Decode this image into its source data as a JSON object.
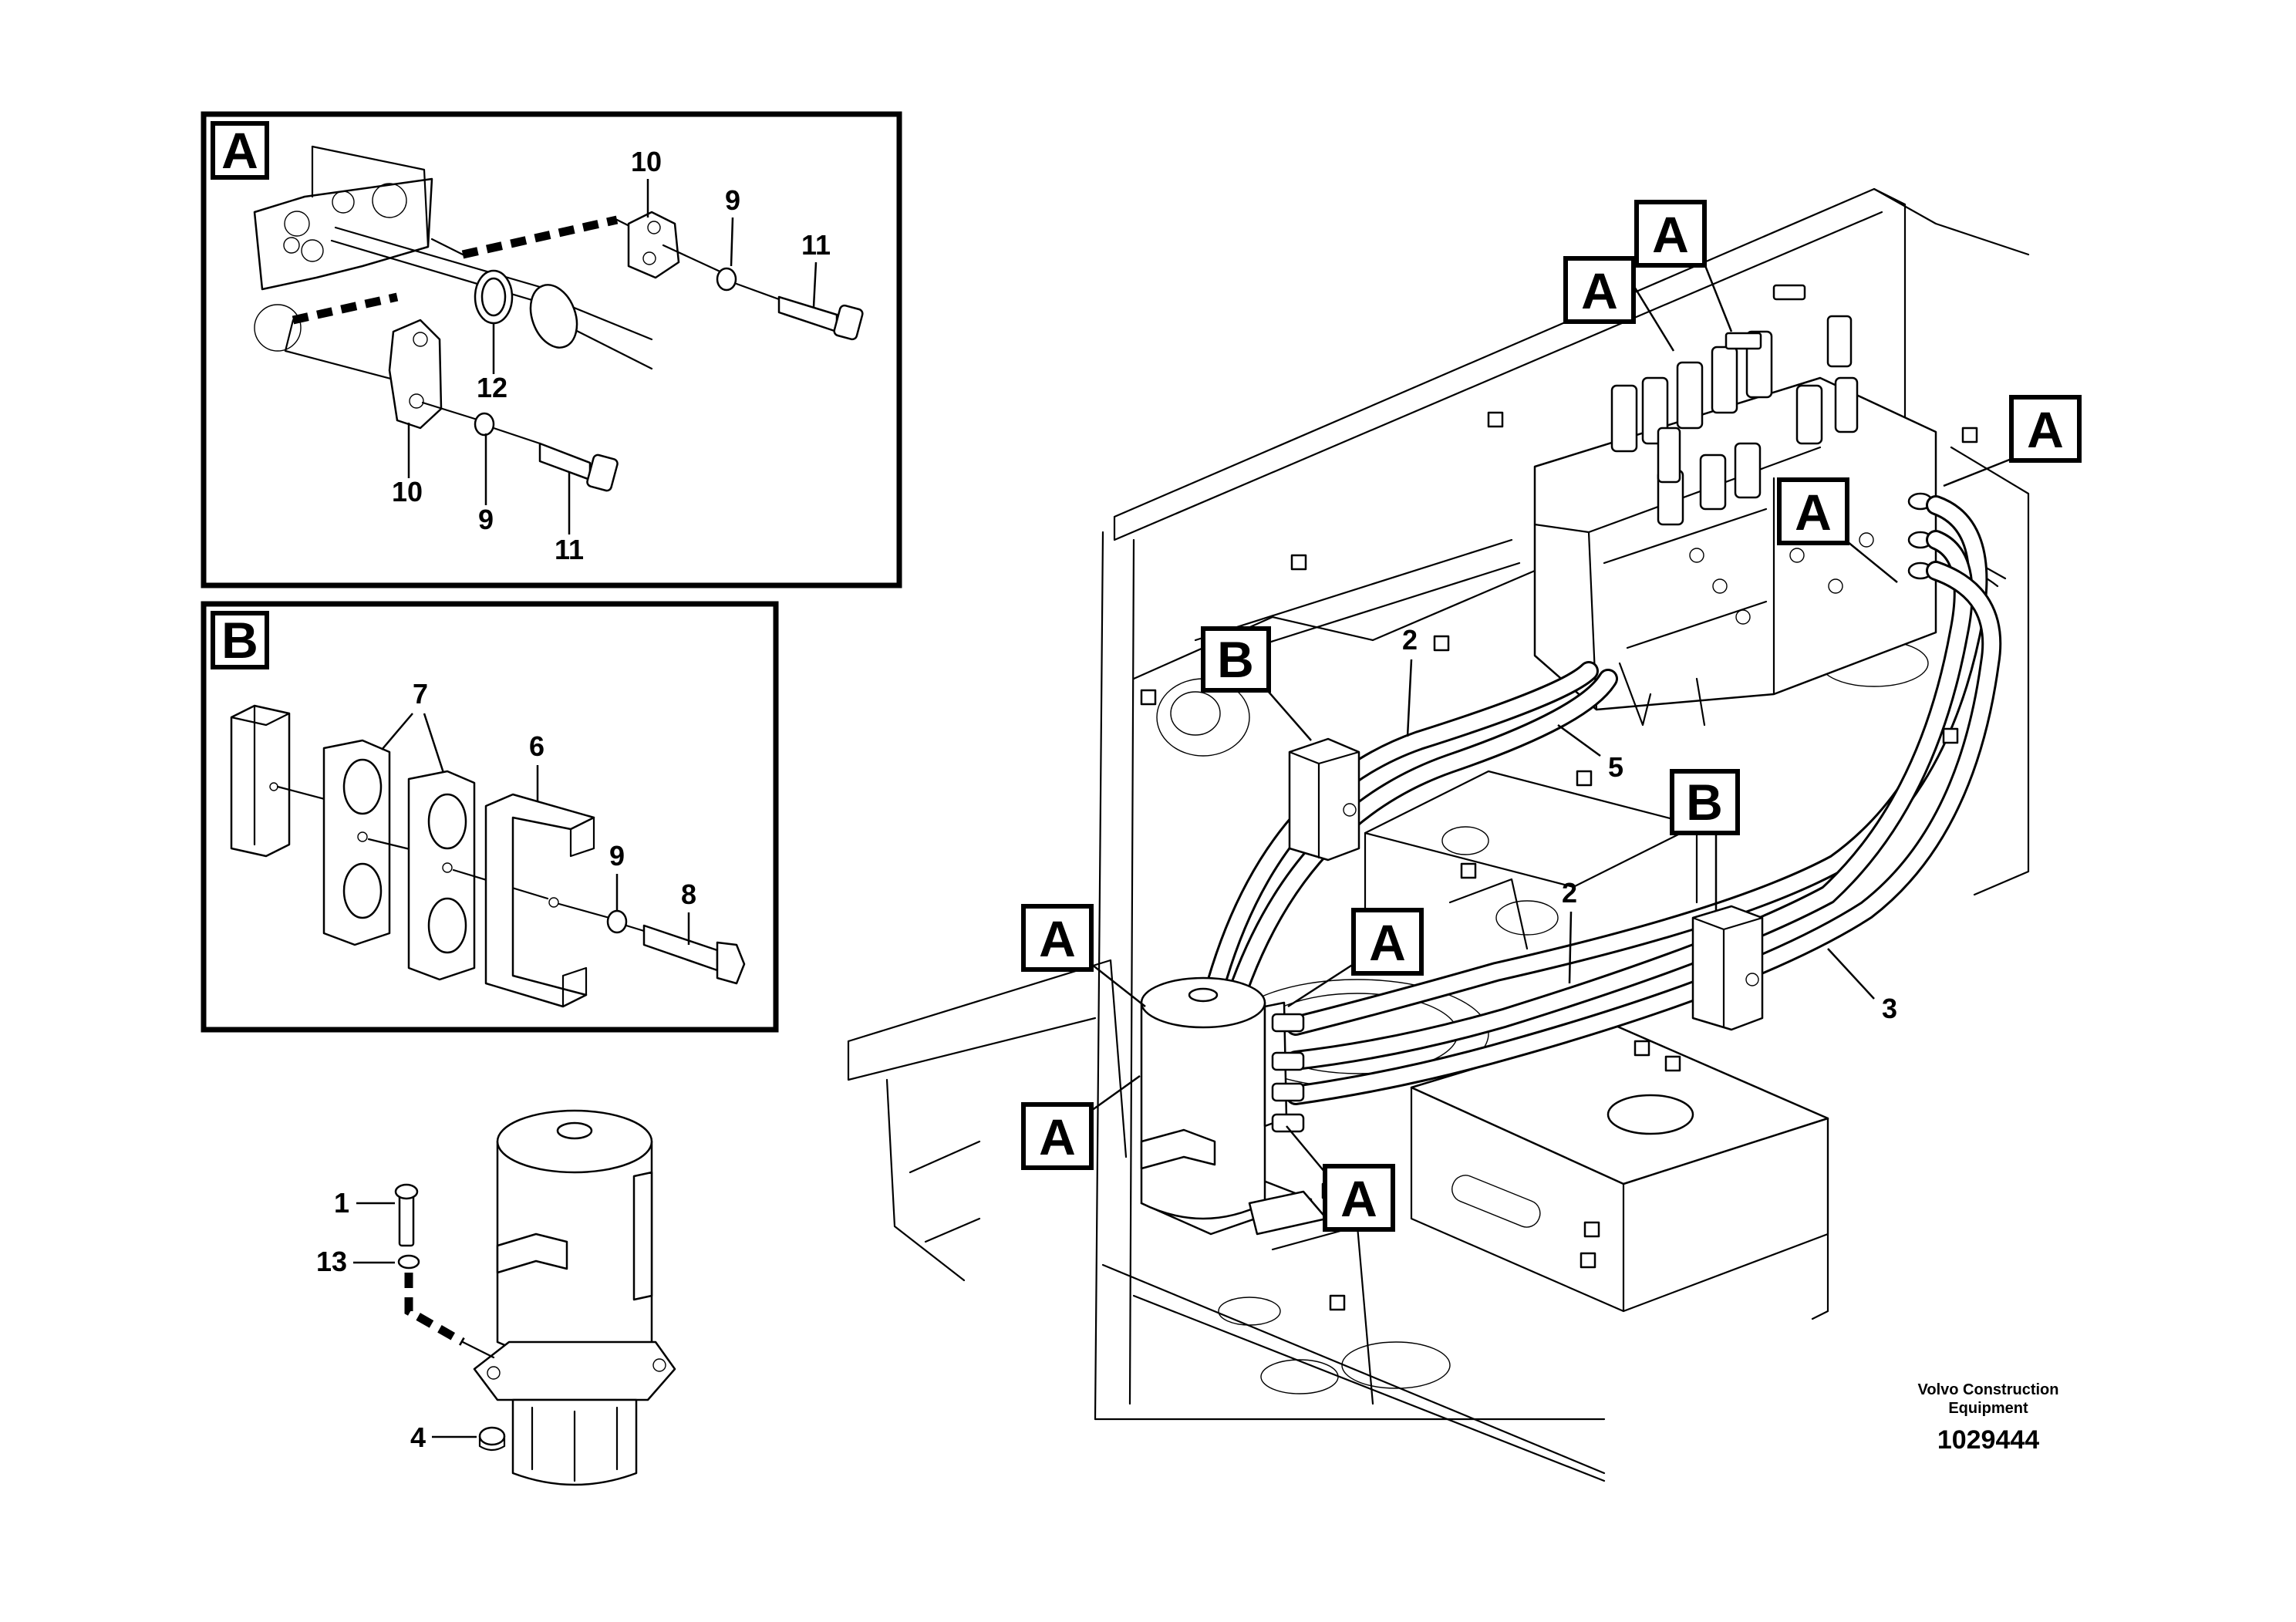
{
  "detail_a": {
    "callout": "A",
    "labels": {
      "clamp_half_upper": "10",
      "washer_upper": "9",
      "screw_upper": "11",
      "o_ring": "12",
      "clamp_half_lower": "10",
      "washer_lower": "9",
      "screw_lower": "11"
    }
  },
  "detail_b": {
    "callout": "B",
    "labels": {
      "clamp_halves": "7",
      "cover": "6",
      "washer": "9",
      "screw": "8"
    }
  },
  "swivel_detail": {
    "labels": {
      "screw": "1",
      "washer": "13",
      "nut": "4"
    }
  },
  "main_view": {
    "callouts": {
      "a1": "A",
      "a2": "A",
      "a3": "A",
      "a4": "A",
      "a5": "A",
      "a6": "A",
      "a7": "A",
      "b1": "B",
      "b2": "B"
    },
    "labels": {
      "hose_upper": "2",
      "hose_lower": "2",
      "hose_right": "3",
      "hose_mid": "5"
    }
  },
  "footer": {
    "brand_line1": "Volvo Construction",
    "brand_line2": "Equipment",
    "document_number": "1029444"
  }
}
